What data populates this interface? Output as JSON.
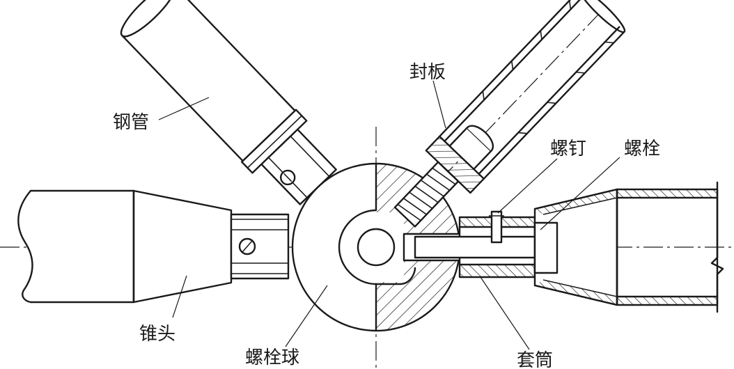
{
  "labels": {
    "steel_pipe": "钢管",
    "seal_plate": "封板",
    "screw": "螺钉",
    "bolt": "螺栓",
    "cone_head": "锥头",
    "bolt_ball": "螺栓球",
    "sleeve": "套筒"
  }
}
